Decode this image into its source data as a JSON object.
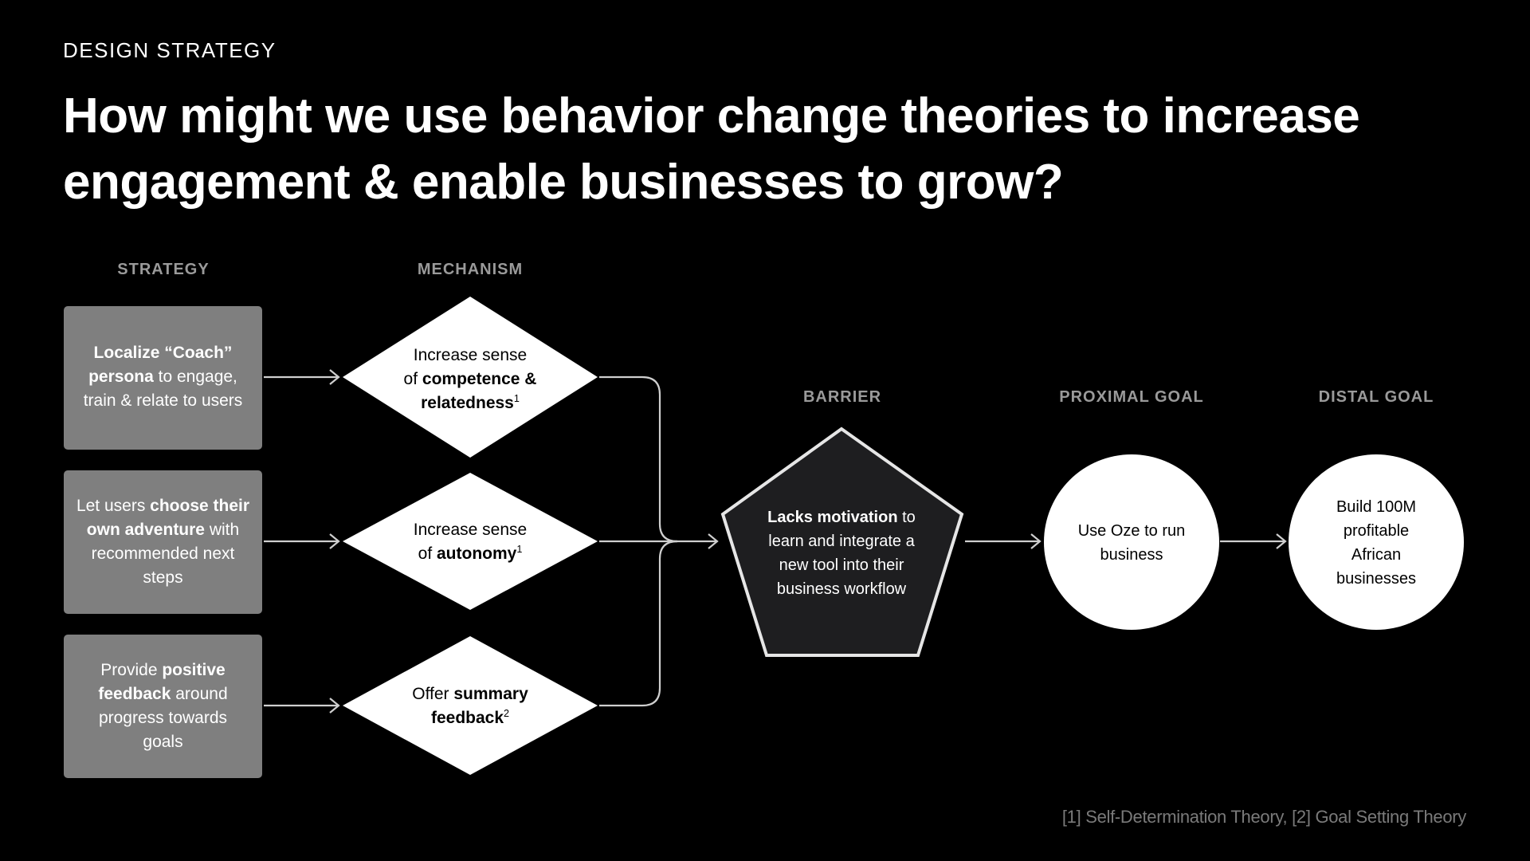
{
  "eyebrow": "DESIGN STRATEGY",
  "headline": "How might we use behavior change theories to increase engagement & enable businesses to grow?",
  "columns": {
    "strategy": "STRATEGY",
    "mechanism": "MECHANISM",
    "barrier": "BARRIER",
    "proximal": "PROXIMAL GOAL",
    "distal": "DISTAL GOAL"
  },
  "strategies": [
    {
      "bold1": "Localize “Coach”",
      "bold2": "persona",
      "rest": " to engage, train & relate to users"
    },
    {
      "pre": "Let users ",
      "bold": "choose their own adventure",
      "rest": " with recommended next steps"
    },
    {
      "pre": "Provide ",
      "bold": "positive feedback",
      "rest": " around progress towards goals"
    }
  ],
  "mechanisms": [
    {
      "line1": "Increase sense",
      "pre": "of ",
      "bold": "competence & relatedness",
      "sup": "1"
    },
    {
      "line1": "Increase sense",
      "pre": "of ",
      "bold": "autonomy",
      "sup": "1"
    },
    {
      "pre": "Offer ",
      "bold": "summary feedback",
      "sup": "2"
    }
  ],
  "barrier": {
    "bold": "Lacks motivation",
    "rest": " to learn and integrate a new tool into their business workflow"
  },
  "proximal_goal": "Use Oze to run business",
  "distal_goal": "Build 100M profitable African businesses",
  "footnote": "[1] Self-Determination Theory, [2] Goal Setting Theory",
  "colors": {
    "background": "#000000",
    "strategy_box": "#7f7f7f",
    "column_header": "#9a9a9a",
    "barrier_fill": "#1e1e20",
    "connector": "#cfcfcf",
    "footnote": "#7a7a7a"
  }
}
